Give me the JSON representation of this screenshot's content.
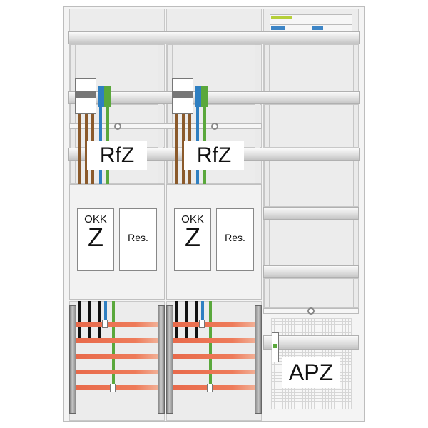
{
  "labels": {
    "rfz_left": "RfZ",
    "rfz_right": "RfZ",
    "okk_left": "OKK",
    "z_left": "Z",
    "res_left": "Res.",
    "okk_right": "OKK",
    "z_right": "Z",
    "res_right": "Res.",
    "apz": "APZ"
  },
  "colors": {
    "busbar": "#e8694a",
    "neutral_wire": "#2f7fc1",
    "earth_wire": "#5aa83c",
    "phase_wire_upper": "#8b5a2b",
    "phase_wire_lower": "#111111"
  }
}
